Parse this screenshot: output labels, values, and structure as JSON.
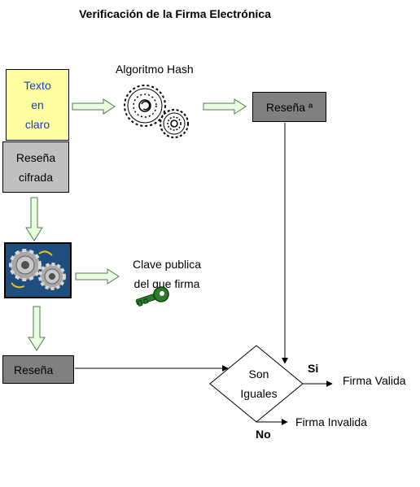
{
  "title": "Verificación de la Firma Electrónica",
  "nodes": {
    "texto_claro": [
      "Texto",
      "en",
      "claro"
    ],
    "resena_cifrada": [
      "Reseña",
      "cifrada"
    ],
    "algoritmo_hash": "Algoritmo Hash",
    "resena_a": "Reseña ª",
    "clave_publica": [
      "Clave publica",
      "del que firma"
    ],
    "resena": "Reseña",
    "son_iguales": [
      "Son",
      "Iguales"
    ],
    "si": "Si",
    "no": "No",
    "firma_valida": "Firma Valida",
    "firma_invalida": "Firma Invalida"
  },
  "icons": [
    "gears-icon",
    "gears-box-icon",
    "key-icon"
  ],
  "colors": {
    "yellow_box": "#ffffa0",
    "yellow_text": "#1c3cc8",
    "light_gray": "#c0c0c0",
    "dark_gray": "#808080",
    "arrow_fill": "#e8ffe0",
    "arrow_stroke": "#507850",
    "gear_box": "#1e4e7e",
    "key": "#2c7a2c"
  }
}
